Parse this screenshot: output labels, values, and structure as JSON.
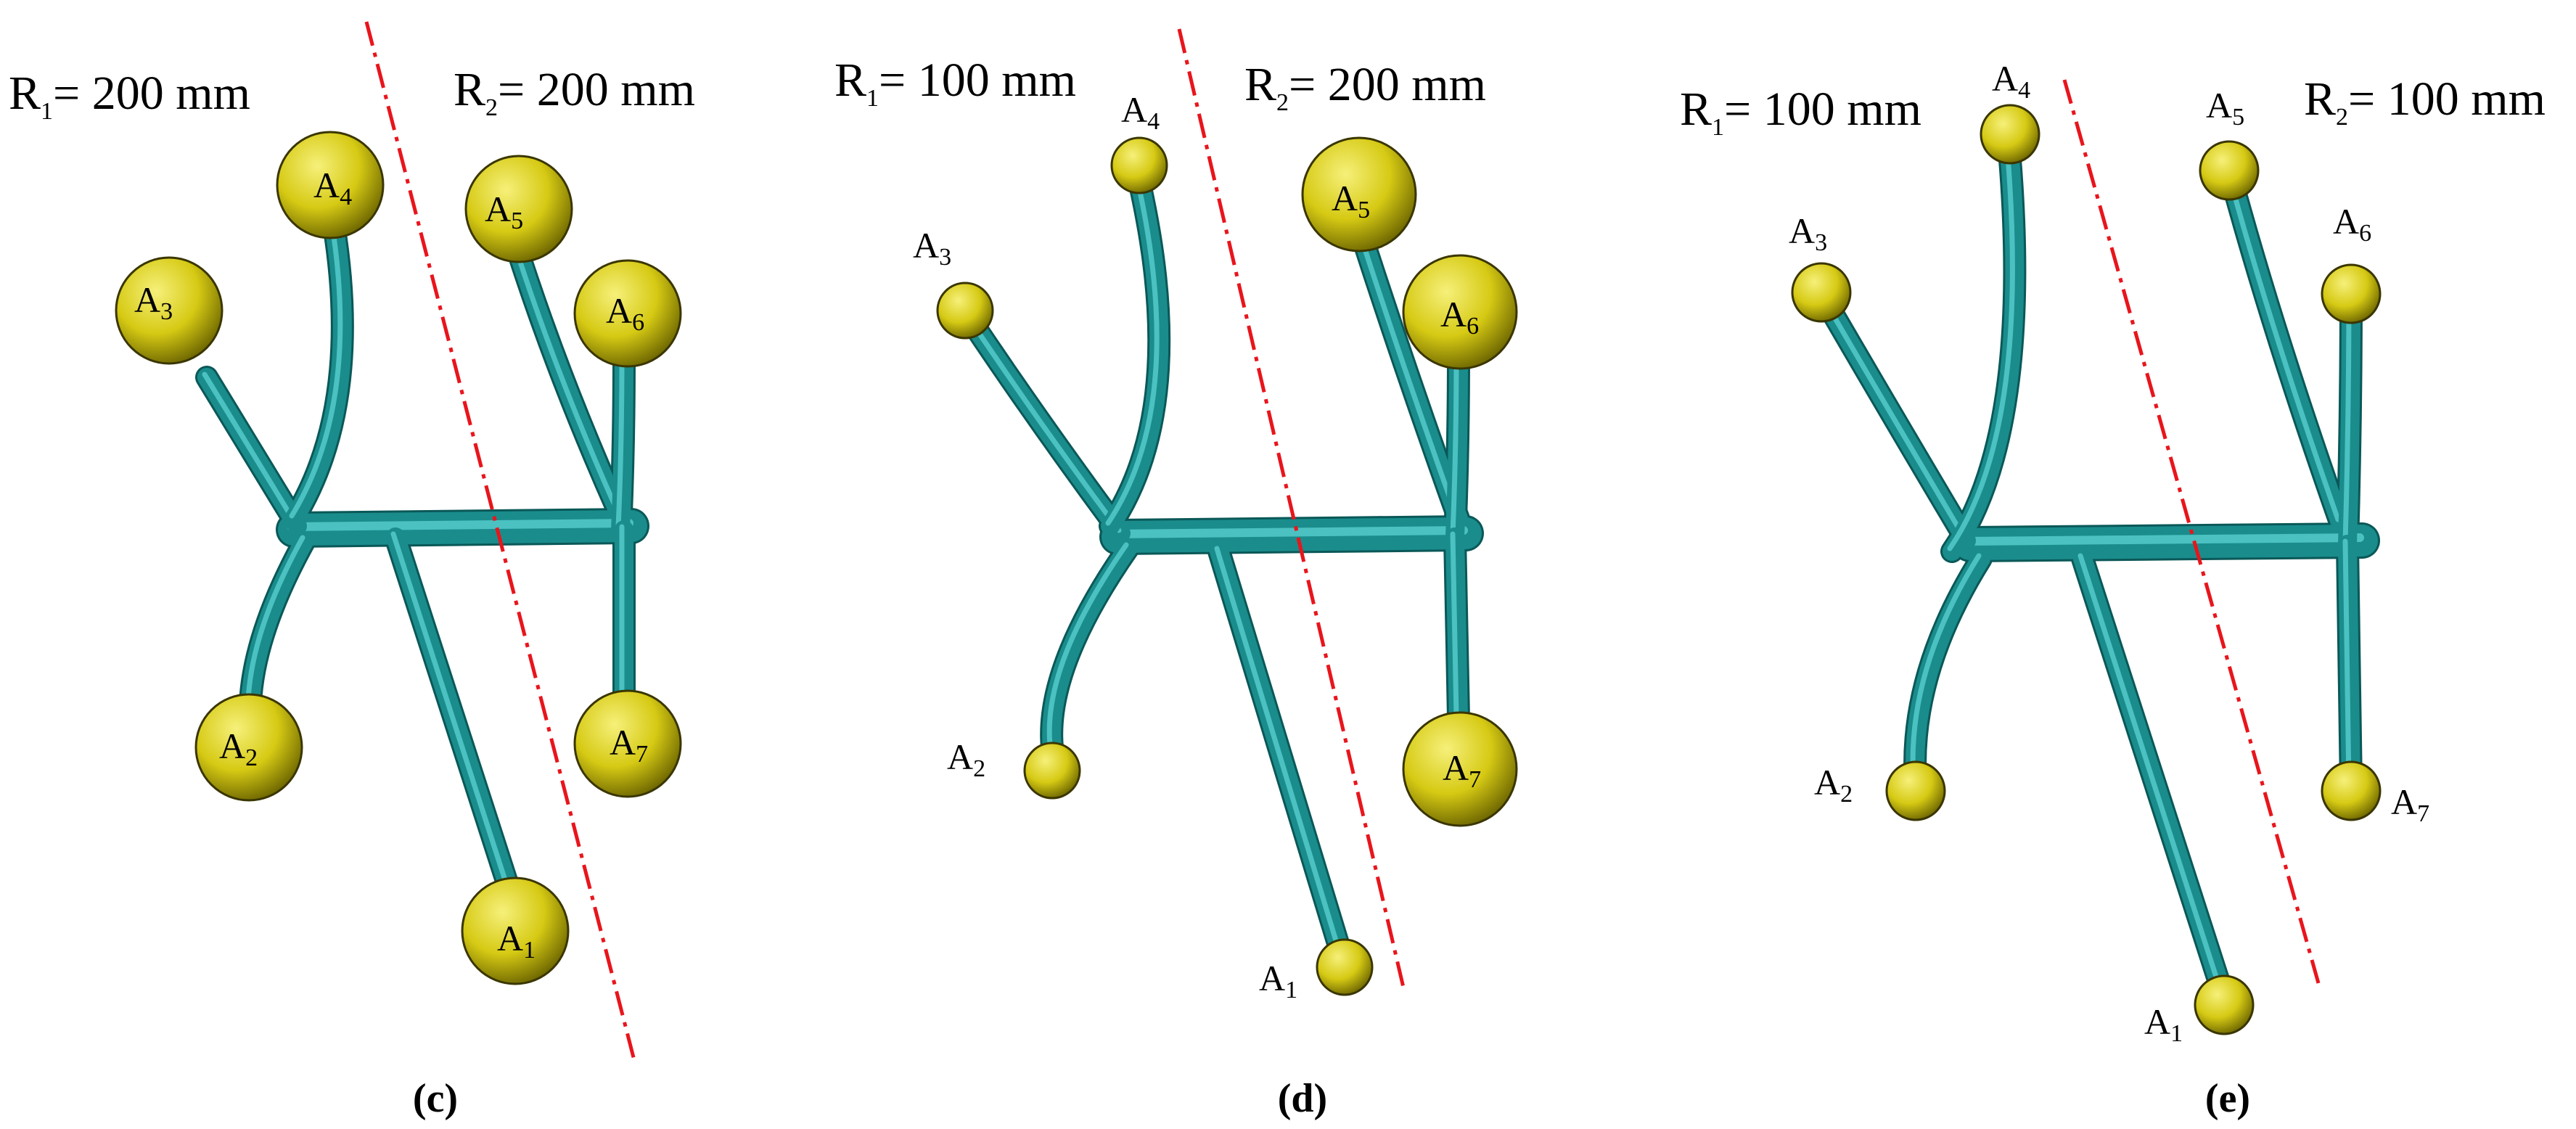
{
  "colors": {
    "pipe": "#1a8c8c",
    "pipe_highlight": "#5cd3d3",
    "pipe_shadow": "#0b5858",
    "ball": "#d6ca14",
    "ball_highlight": "#f6f07a",
    "ball_shadow": "#6b6400",
    "symmetry_line": "#e8151c"
  },
  "panels": [
    {
      "id": "c",
      "caption": "(c)",
      "left_radius": {
        "prefix": "R",
        "sub": "1",
        "text": "= 200  mm"
      },
      "right_radius": {
        "prefix": "R",
        "sub": "2",
        "text": "= 200  mm"
      },
      "nodes": [
        {
          "id": "A1",
          "letter": "A",
          "sub": "1"
        },
        {
          "id": "A2",
          "letter": "A",
          "sub": "2"
        },
        {
          "id": "A3",
          "letter": "A",
          "sub": "3"
        },
        {
          "id": "A4",
          "letter": "A",
          "sub": "4"
        },
        {
          "id": "A5",
          "letter": "A",
          "sub": "5"
        },
        {
          "id": "A6",
          "letter": "A",
          "sub": "6"
        },
        {
          "id": "A7",
          "letter": "A",
          "sub": "7"
        }
      ]
    },
    {
      "id": "d",
      "caption": "(d)",
      "left_radius": {
        "prefix": "R",
        "sub": "1",
        "text": "= 100  mm"
      },
      "right_radius": {
        "prefix": "R",
        "sub": "2",
        "text": "= 200  mm"
      },
      "nodes": [
        {
          "id": "A1",
          "letter": "A",
          "sub": "1"
        },
        {
          "id": "A2",
          "letter": "A",
          "sub": "2"
        },
        {
          "id": "A3",
          "letter": "A",
          "sub": "3"
        },
        {
          "id": "A4",
          "letter": "A",
          "sub": "4"
        },
        {
          "id": "A5",
          "letter": "A",
          "sub": "5"
        },
        {
          "id": "A6",
          "letter": "A",
          "sub": "6"
        },
        {
          "id": "A7",
          "letter": "A",
          "sub": "7"
        }
      ]
    },
    {
      "id": "e",
      "caption": "(e)",
      "left_radius": {
        "prefix": "R",
        "sub": "1",
        "text": "= 100  mm"
      },
      "right_radius": {
        "prefix": "R",
        "sub": "2",
        "text": "= 100  mm"
      },
      "nodes": [
        {
          "id": "A1",
          "letter": "A",
          "sub": "1"
        },
        {
          "id": "A2",
          "letter": "A",
          "sub": "2"
        },
        {
          "id": "A3",
          "letter": "A",
          "sub": "3"
        },
        {
          "id": "A4",
          "letter": "A",
          "sub": "4"
        },
        {
          "id": "A5",
          "letter": "A",
          "sub": "5"
        },
        {
          "id": "A6",
          "letter": "A",
          "sub": "6"
        },
        {
          "id": "A7",
          "letter": "A",
          "sub": "7"
        }
      ]
    }
  ]
}
